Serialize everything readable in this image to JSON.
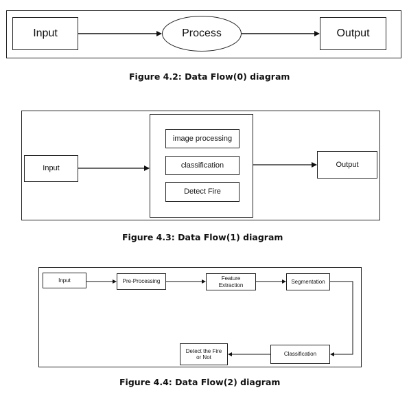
{
  "figure_1": {
    "input_label": "Input",
    "process_label": "Process",
    "output_label": "Output",
    "caption": "Figure 4.2: Data Flow(0) diagram"
  },
  "figure_2": {
    "input_label": "Input",
    "process_steps": [
      "image processing",
      "classification",
      "Detect Fire"
    ],
    "output_label": "Output",
    "caption": "Figure 4.3: Data Flow(1) diagram"
  },
  "figure_3": {
    "input_label": "Input",
    "preprocessing_label": "Pre-Processing",
    "feature_extraction_label": "Feature\nExtraction",
    "segmentation_label": "Segmentation",
    "classification_label": "Classification",
    "detect_label": "Detect the Fire\nor Not",
    "caption": "Figure 4.4: Data Flow(2) diagram"
  }
}
